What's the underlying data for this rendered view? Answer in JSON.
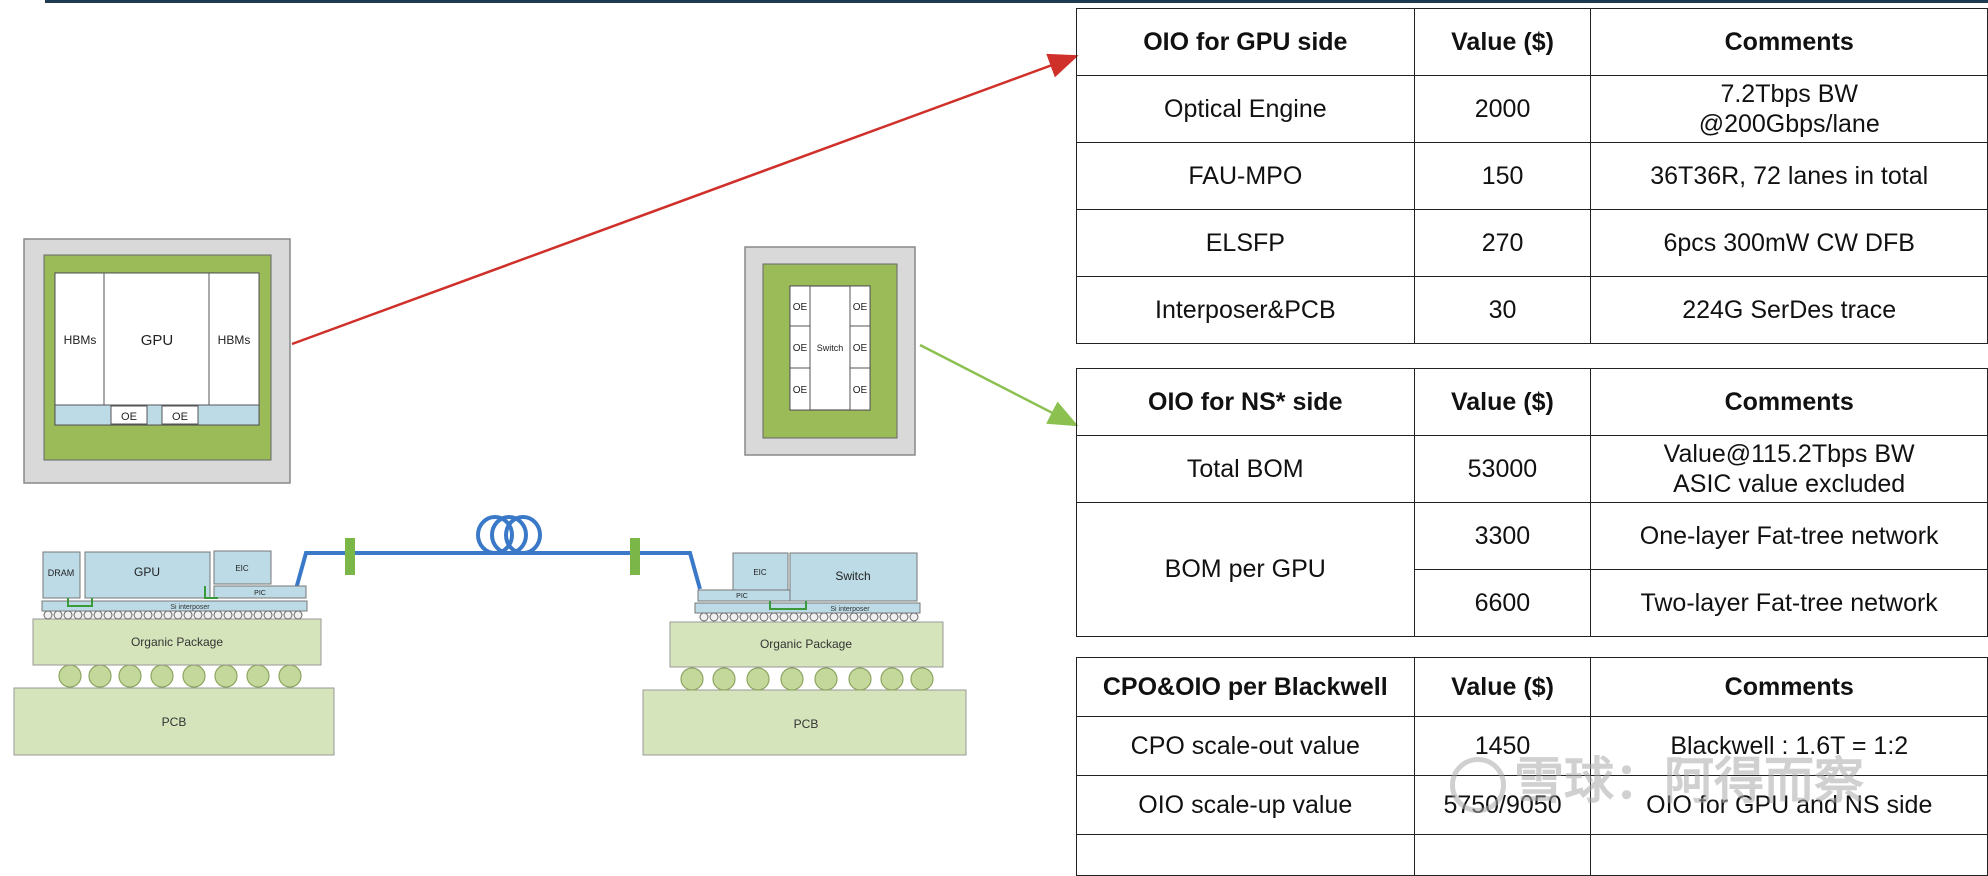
{
  "diagram": {
    "gpu_chip": {
      "hbm_left": "HBMs",
      "gpu": "GPU",
      "hbm_right": "HBMs",
      "oe_left": "OE",
      "oe_right": "OE"
    },
    "switch_chip": {
      "oe": "OE",
      "switch": "Switch"
    },
    "left_stack": {
      "dram": "DRAM",
      "gpu": "GPU",
      "eic": "EIC",
      "pic": "PIC",
      "interposer": "Si interposer",
      "package": "Organic Package",
      "pcb": "PCB"
    },
    "right_stack": {
      "eic": "EIC",
      "switch": "Switch",
      "pic": "PIC",
      "interposer": "Si interposer",
      "package": "Organic Package",
      "pcb": "PCB"
    },
    "colors": {
      "red_arrow": "#d0302a",
      "green_arrow": "#8cc152",
      "fiber": "#3a78c8",
      "connector": "#7ab648",
      "chip_green": "#9bbb59",
      "chip_blue": "#bcdbe6",
      "board": "#d6e4bc"
    }
  },
  "table_gpu": {
    "headers": [
      "OIO for GPU side",
      "Value ($)",
      "Comments"
    ],
    "rows": [
      {
        "item": "Optical Engine",
        "value": "2000",
        "comment_l1": "7.2Tbps BW",
        "comment_l2": "@200Gbps/lane"
      },
      {
        "item": "FAU-MPO",
        "value": "150",
        "comment": "36T36R, 72 lanes in total"
      },
      {
        "item": "ELSFP",
        "value": "270",
        "comment": "6pcs 300mW CW DFB"
      },
      {
        "item": "Interposer&PCB",
        "value": "30",
        "comment": "224G SerDes trace"
      }
    ]
  },
  "table_ns": {
    "headers": [
      "OIO for NS* side",
      "Value ($)",
      "Comments"
    ],
    "total": {
      "item": "Total BOM",
      "value": "53000",
      "comment_l1": "Value@115.2Tbps BW",
      "comment_l2": "ASIC value excluded"
    },
    "per_gpu": {
      "item": "BOM per GPU",
      "value1": "3300",
      "comment1": "One-layer Fat-tree network",
      "value2": "6600",
      "comment2": "Two-layer Fat-tree network"
    }
  },
  "table_cpo": {
    "headers": [
      "CPO&OIO per Blackwell",
      "Value ($)",
      "Comments"
    ],
    "rows": [
      {
        "item": "CPO scale-out value",
        "value": "1450",
        "comment": "Blackwell : 1.6T = 1:2"
      },
      {
        "item": "OIO scale-up value",
        "value": "5750/9050",
        "comment": "OIO for GPU and NS side"
      }
    ]
  },
  "watermark": "雪球：阿得而察"
}
